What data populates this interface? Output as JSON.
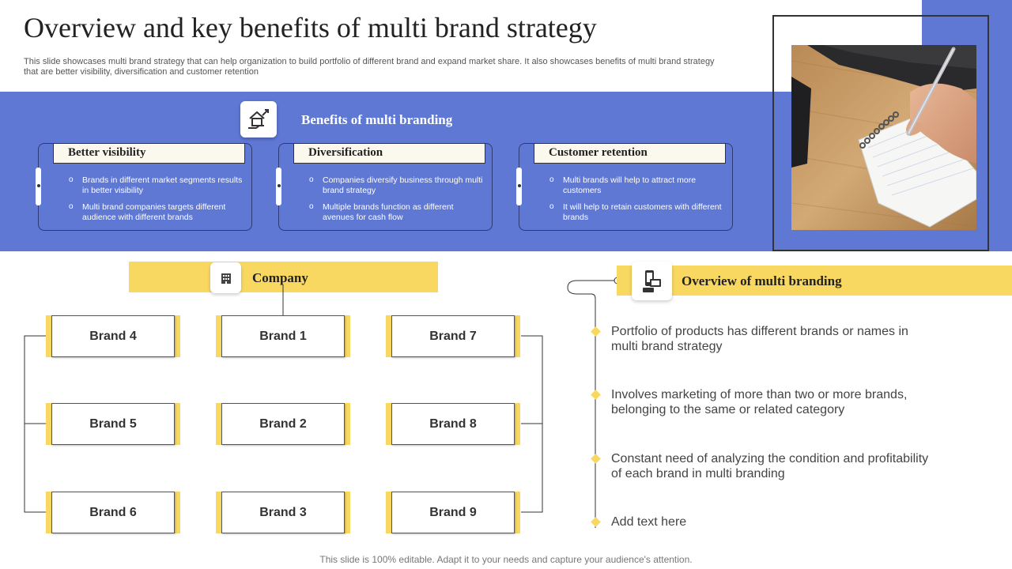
{
  "header": {
    "title": "Overview and key benefits of multi brand strategy",
    "subtitle": "This slide showcases multi brand strategy that can help organization to build portfolio of different brand and expand market share. It also showcases benefits of multi brand strategy that are better visibility, diversification and customer retention"
  },
  "benefits": {
    "heading": "Benefits of multi branding",
    "icon": "house-money-growth-icon",
    "cards": [
      {
        "title": "Better visibility",
        "points": [
          "Brands in different market segments results in better visibility",
          "Multi brand companies targets different audience with different brands"
        ]
      },
      {
        "title": "Diversification",
        "points": [
          "Companies diversify business through multi brand strategy",
          "Multiple  brands function as different avenues for cash flow"
        ]
      },
      {
        "title": "Customer retention",
        "points": [
          "Multi brands will help to attract more customers",
          "It will help to retain customers with different brands"
        ]
      }
    ]
  },
  "company": {
    "label": "Company",
    "icon": "building-icon",
    "brands": [
      "Brand 4",
      "Brand 1",
      "Brand 7",
      "Brand 5",
      "Brand 2",
      "Brand 8",
      "Brand 6",
      "Brand 3",
      "Brand 9"
    ]
  },
  "overview": {
    "heading": "Overview of multi branding",
    "icon": "devices-icon",
    "points": [
      "Portfolio of products has different brands or names in multi brand strategy",
      "Involves  marketing of more than two or more brands, belonging to the same or related category",
      "Constant need of analyzing  the condition and profitability of each brand in multi branding",
      "Add text here"
    ]
  },
  "footer": {
    "text": "This slide is 100% editable. Adapt it to your needs and capture your audience's attention."
  },
  "colors": {
    "band_blue": "#5f78d4",
    "accent_yellow": "#f9d862"
  }
}
